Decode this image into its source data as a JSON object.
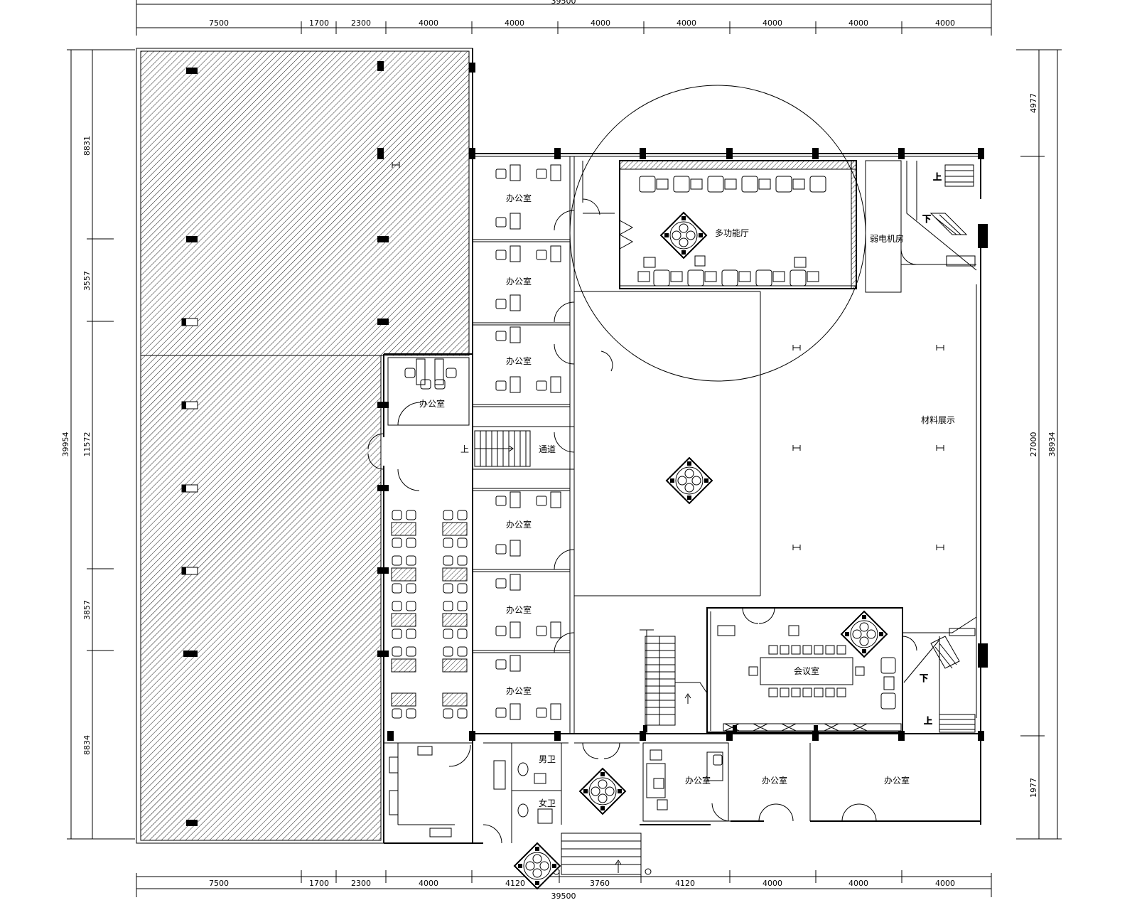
{
  "dimensions": {
    "overall_top": "39500",
    "overall_bottom": "39500",
    "top_segments": [
      "7500",
      "1700",
      "2300",
      "4000",
      "4000",
      "4000",
      "4000",
      "4000",
      "4000",
      "4000"
    ],
    "bottom_segments": [
      "7500",
      "1700",
      "2300",
      "4000",
      "4120",
      "3760",
      "4120",
      "4000",
      "4000",
      "4000"
    ],
    "left_overall": "39954",
    "left_segments": [
      "8831",
      "3557",
      "11572",
      "3857",
      "8834"
    ],
    "right_overall": "38934",
    "right_inner": "27000",
    "right_segments": [
      "4977",
      "1977"
    ]
  },
  "rooms": {
    "office": "办公室",
    "multi_hall": "多功能厅",
    "power_room": "弱电机房",
    "corridor": "通道",
    "material_display": "材料展示",
    "meeting_room": "会议室",
    "stair_up": "上",
    "stair_down": "下",
    "male_wc": "男卫",
    "female_wc": "女卫"
  }
}
